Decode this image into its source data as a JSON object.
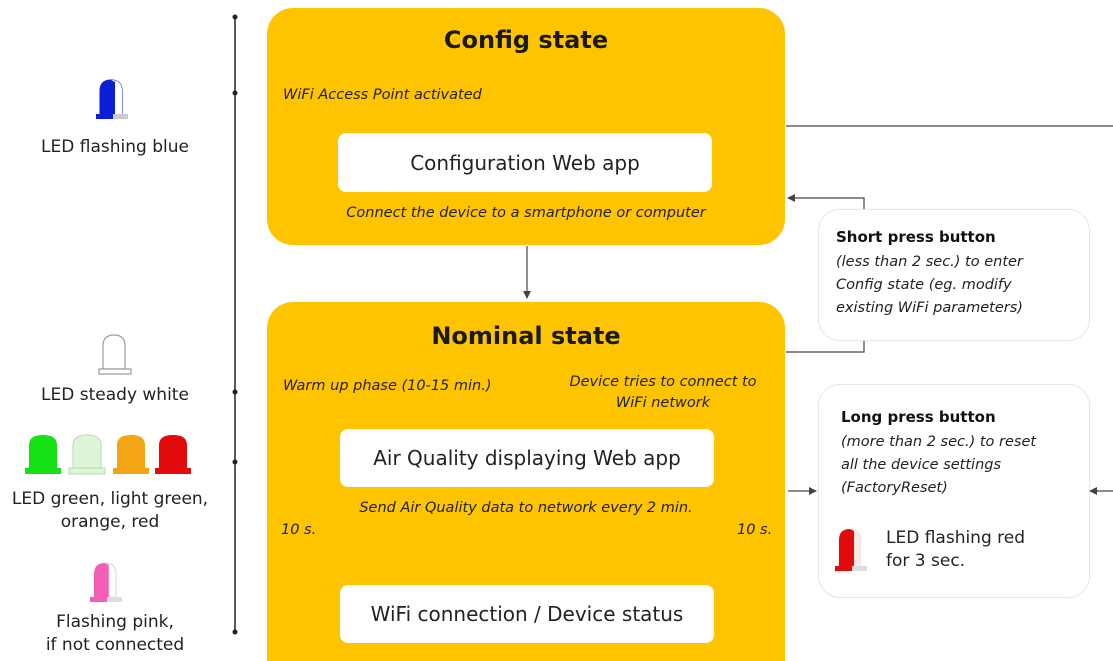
{
  "config_state": {
    "title": "Config state",
    "access_point_note": "WiFi Access Point activated",
    "web_app_label": "Configuration Web app",
    "connect_note": "Connect the device to a smartphone or computer"
  },
  "nominal_state": {
    "title": "Nominal state",
    "warmup_note": "Warm up phase (10-15 min.)",
    "wifi_note_line1": "Device tries to connect to",
    "wifi_note_line2": "WiFi network",
    "aq_app_label": "Air Quality displaying Web app",
    "send_note": "Send Air Quality data to network every 2 min.",
    "left_interval": "10 s.",
    "right_interval": "10 s.",
    "status_label": "WiFi connection / Device status"
  },
  "short_press": {
    "title": "Short press button",
    "line1": "(less than 2 sec.) to enter",
    "line2": "Config state (eg. modify",
    "line3": "existing WiFi parameters)"
  },
  "long_press": {
    "title": "Long press button",
    "line1": "(more than 2 sec.) to reset",
    "line2": "all the device settings",
    "line3": "(FactoryReset)",
    "led_line1": "LED flashing red",
    "led_line2": "for 3 sec."
  },
  "led_legend": {
    "blue": "LED flashing blue",
    "white": "LED steady white",
    "multi_line1": "LED green, light green,",
    "multi_line2": "orange, red",
    "pink_line1": "Flashing pink,",
    "pink_line2": "if not connected"
  },
  "colors": {
    "state_fill": "#ffc400",
    "led_blue": "#0a1fd6",
    "led_white": "#ffffff",
    "led_green": "#16e016",
    "led_light_green": "#dff5d8",
    "led_orange": "#f4a516",
    "led_red": "#e20a0a",
    "led_pink": "#f25fb5"
  }
}
